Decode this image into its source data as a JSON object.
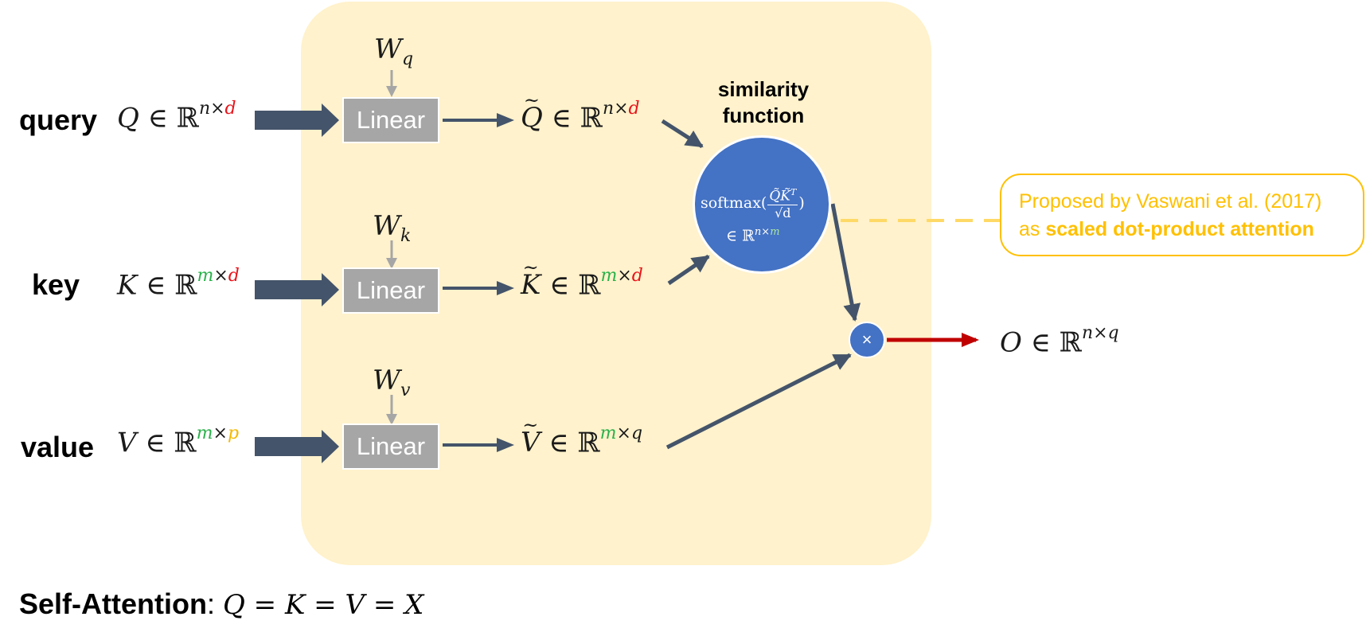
{
  "rows": {
    "query": {
      "label": "query",
      "in_var": "Q",
      "in_sup_a": "n",
      "in_sup_b": "d",
      "weight": "W",
      "weight_sub": "q",
      "linear": "Linear",
      "out_var": "Q",
      "out_sup_a": "n",
      "out_sup_b": "d"
    },
    "key": {
      "label": "key",
      "in_var": "K",
      "in_sup_a": "m",
      "in_sup_b": "d",
      "weight": "W",
      "weight_sub": "k",
      "linear": "Linear",
      "out_var": "K",
      "out_sup_a": "m",
      "out_sup_b": "d"
    },
    "value": {
      "label": "value",
      "in_var": "V",
      "in_sup_a": "m",
      "in_sup_b": "p",
      "weight": "W",
      "weight_sub": "v",
      "linear": "Linear",
      "out_var": "V",
      "out_sup_a": "m",
      "out_sup_b": "q"
    }
  },
  "symbols": {
    "elem": "∈",
    "reals": "ℝ",
    "times": "×"
  },
  "similarity": {
    "title_line1": "similarity",
    "title_line2": "function",
    "softmax": "softmax",
    "num": "Q̃K̃",
    "num_sup": "T",
    "den": "√d",
    "range_a": "n",
    "range_b": "m"
  },
  "multiply_symbol": "×",
  "output": {
    "var": "O",
    "sup_a": "n",
    "sup_b": "q"
  },
  "note": {
    "line1": "Proposed by Vaswani et al. (2017)",
    "line2_prefix": "as ",
    "line2_bold": "scaled dot-product attention"
  },
  "footer": {
    "label": "Self-Attention",
    "colon": ":",
    "equation": "Q = K = V = X"
  },
  "colors": {
    "panel": "#fff2cc",
    "arrow": "#44546a",
    "linear_box": "#a6a6a6",
    "circle": "#4472c4",
    "output_arrow": "#c00000",
    "dim_d": "#e8141b",
    "dim_m": "#2ab14b",
    "dim_p": "#f5b800",
    "note": "#ffc000"
  }
}
